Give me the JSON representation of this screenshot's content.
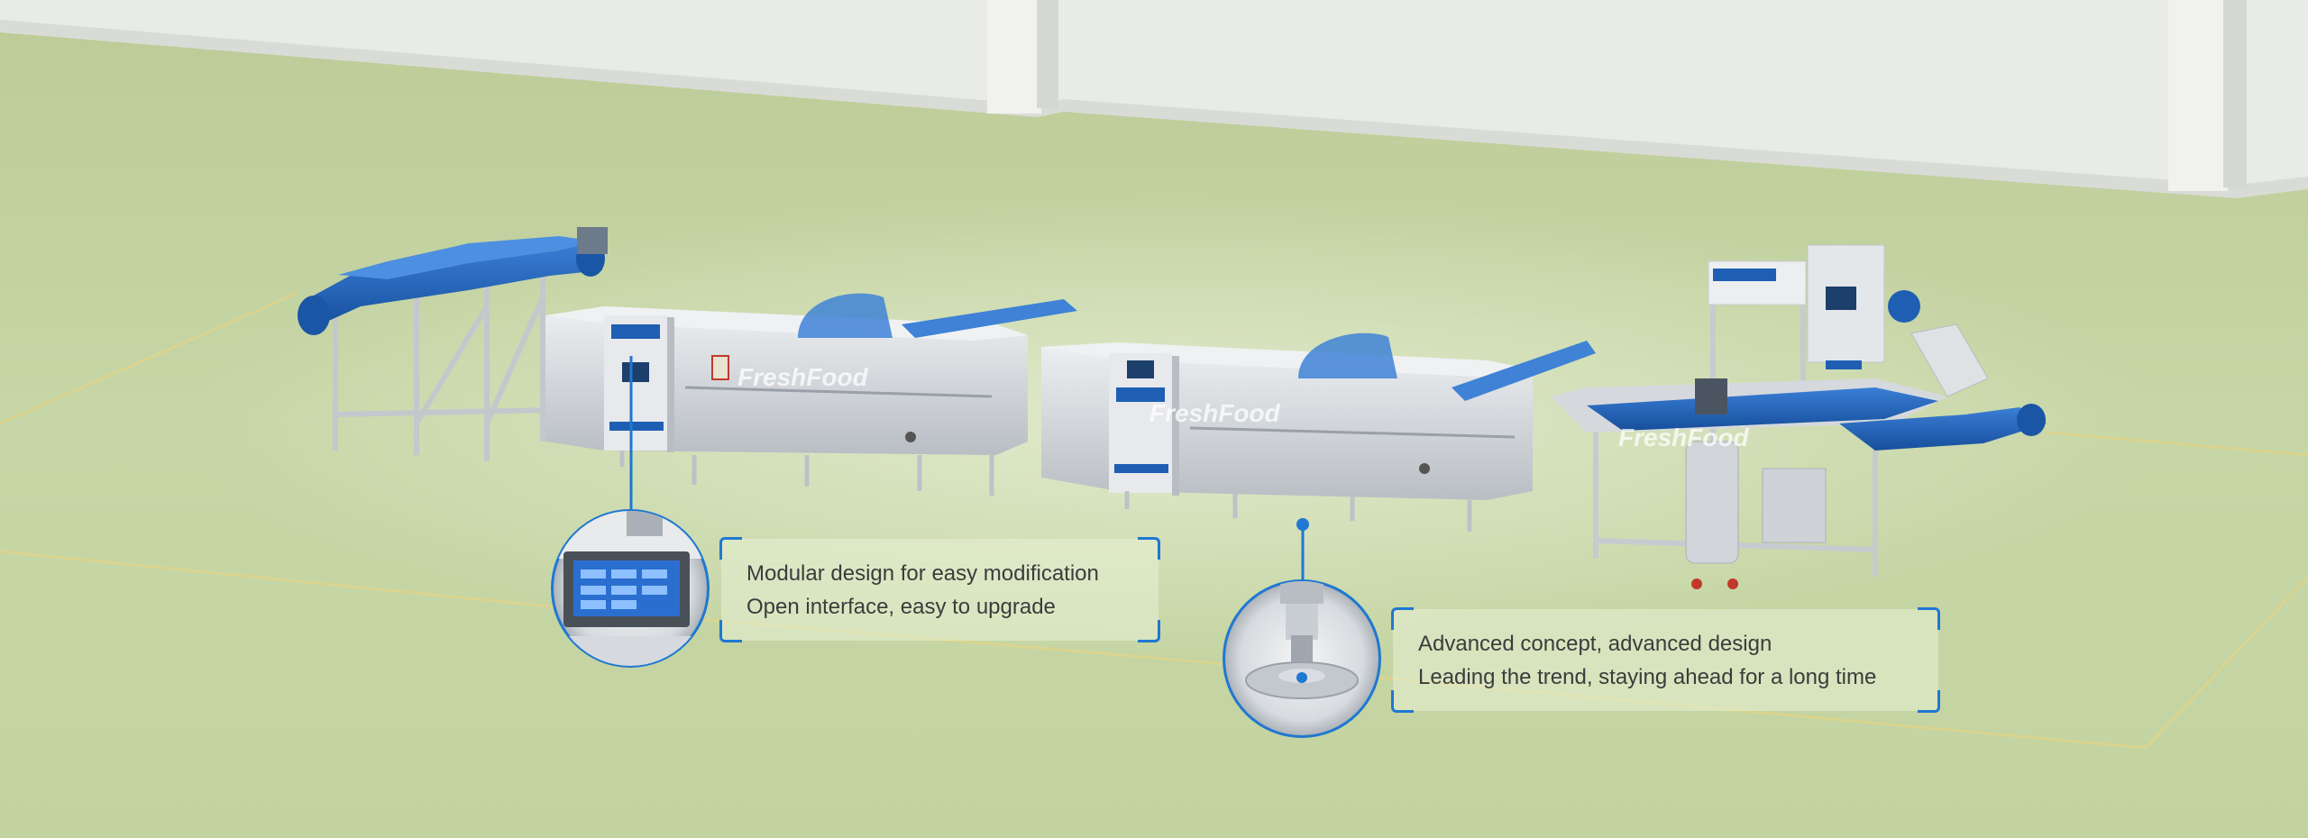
{
  "watermark": {
    "brand": "FreshFood"
  },
  "callouts": [
    {
      "line1": "Modular design for easy modification",
      "line2": "Open interface, easy to upgrade"
    },
    {
      "line1": "Advanced concept, advanced design",
      "line2": "Leading the trend, staying ahead for a long time"
    }
  ],
  "colors": {
    "floor": "#c4d3a2",
    "wall": "#e9ebe6",
    "conveyor_blue": "#1f5fb3",
    "accent_blue": "#1f78d1",
    "steel": "#d6d9dc"
  }
}
